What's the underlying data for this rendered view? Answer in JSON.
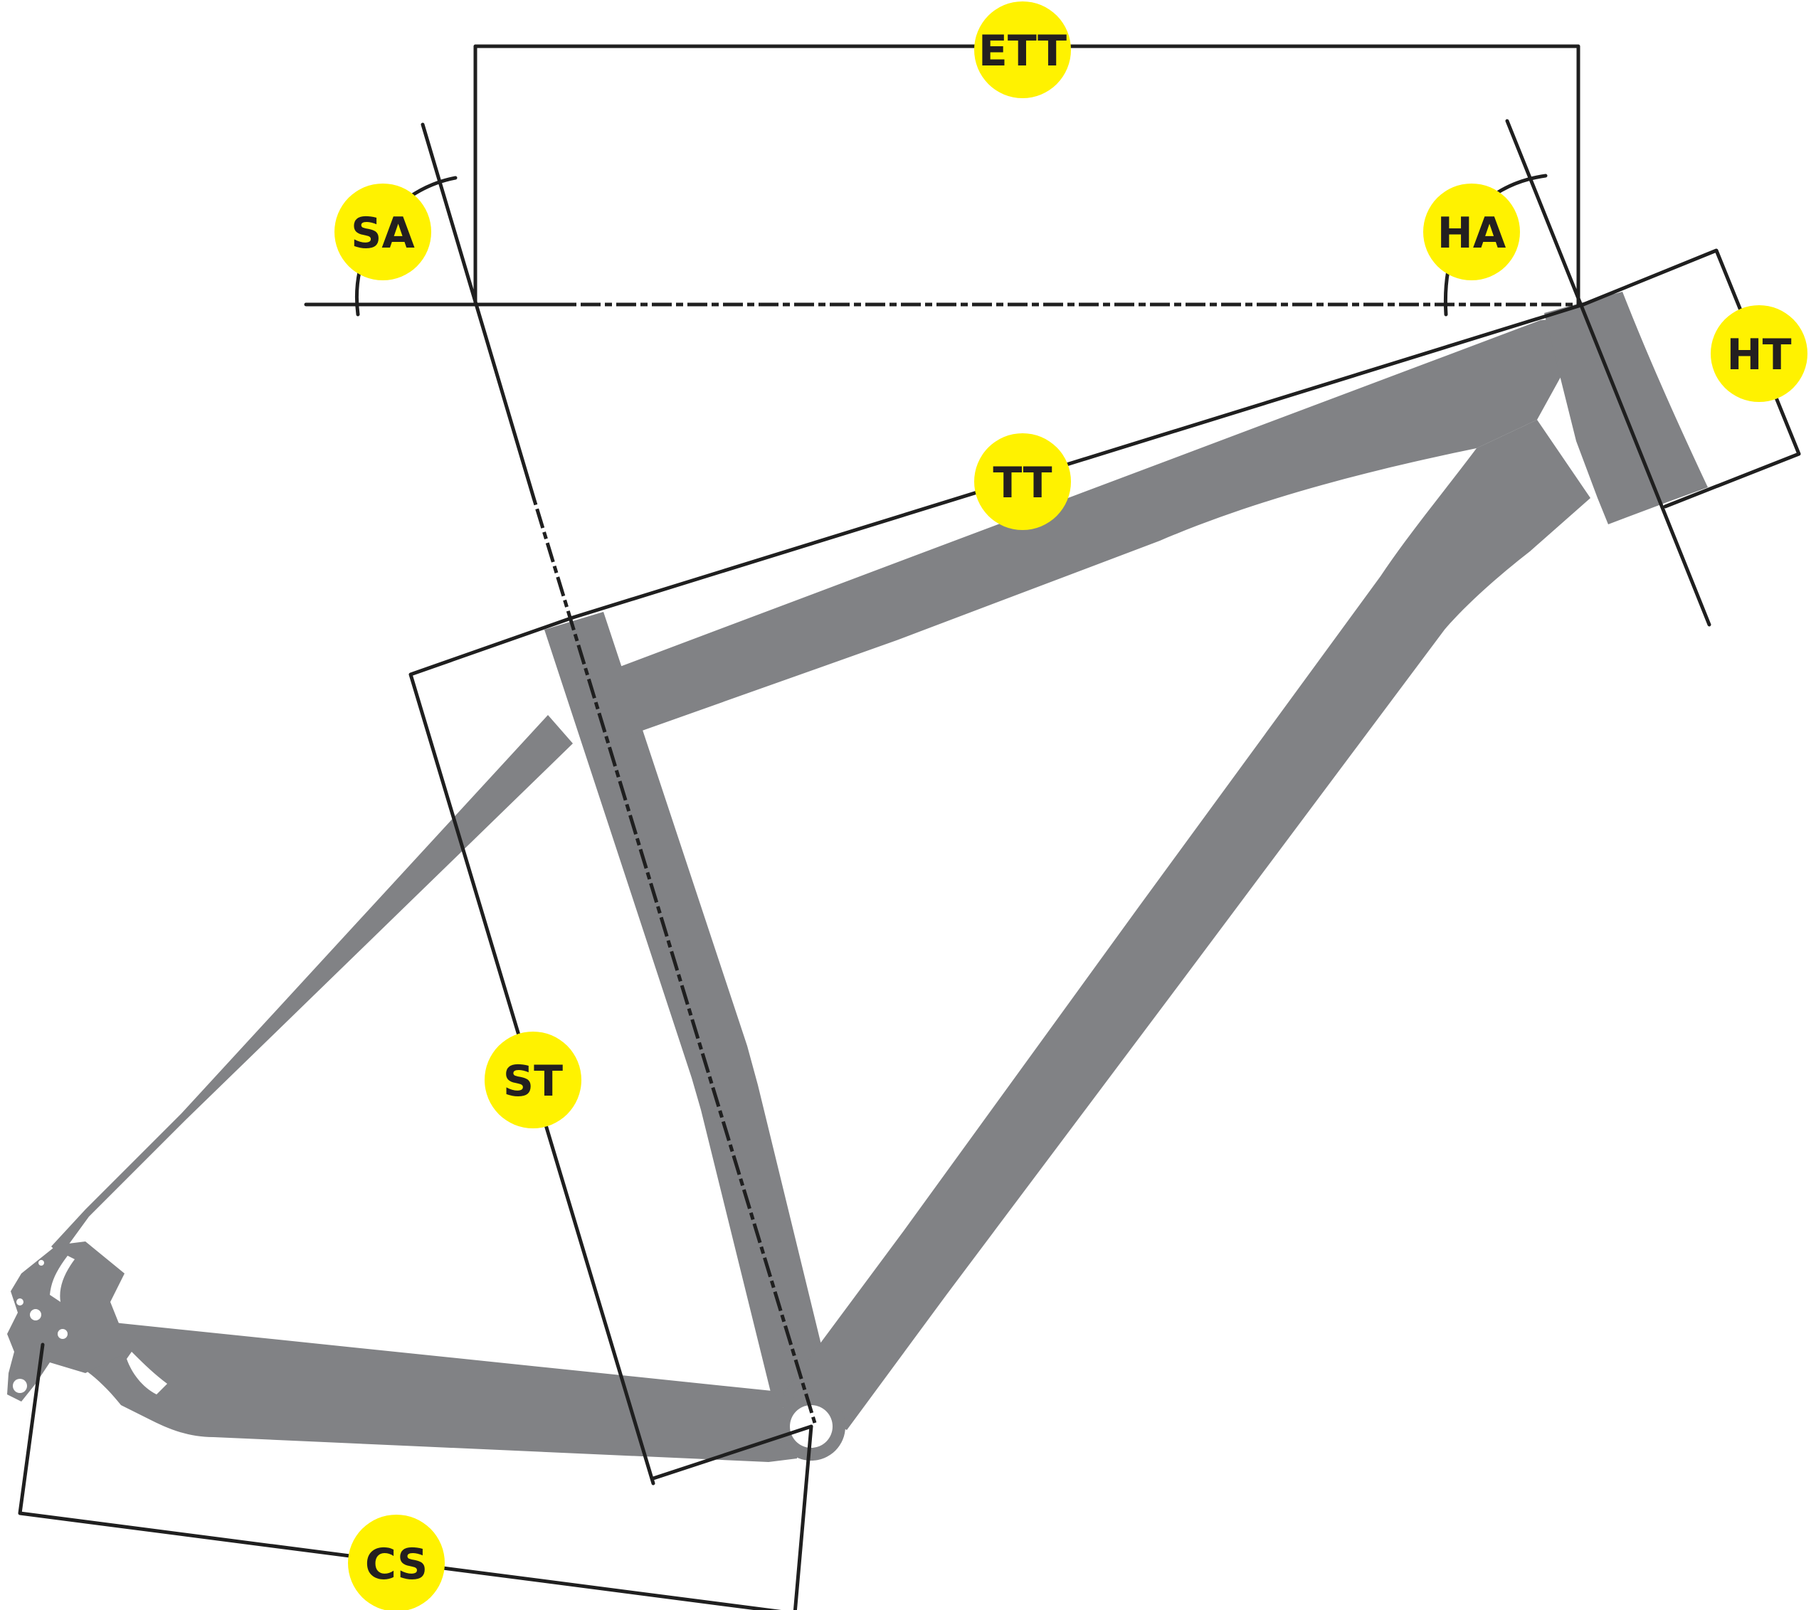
{
  "diagram": {
    "badge_color": "#fff200",
    "frame_color": "#818285",
    "line_color": "#1f1f1f",
    "text_color": "#231f20",
    "labels": {
      "ett": "ETT",
      "sa": "SA",
      "ha": "HA",
      "ht": "HT",
      "tt": "TT",
      "st": "ST",
      "cs": "CS"
    }
  }
}
